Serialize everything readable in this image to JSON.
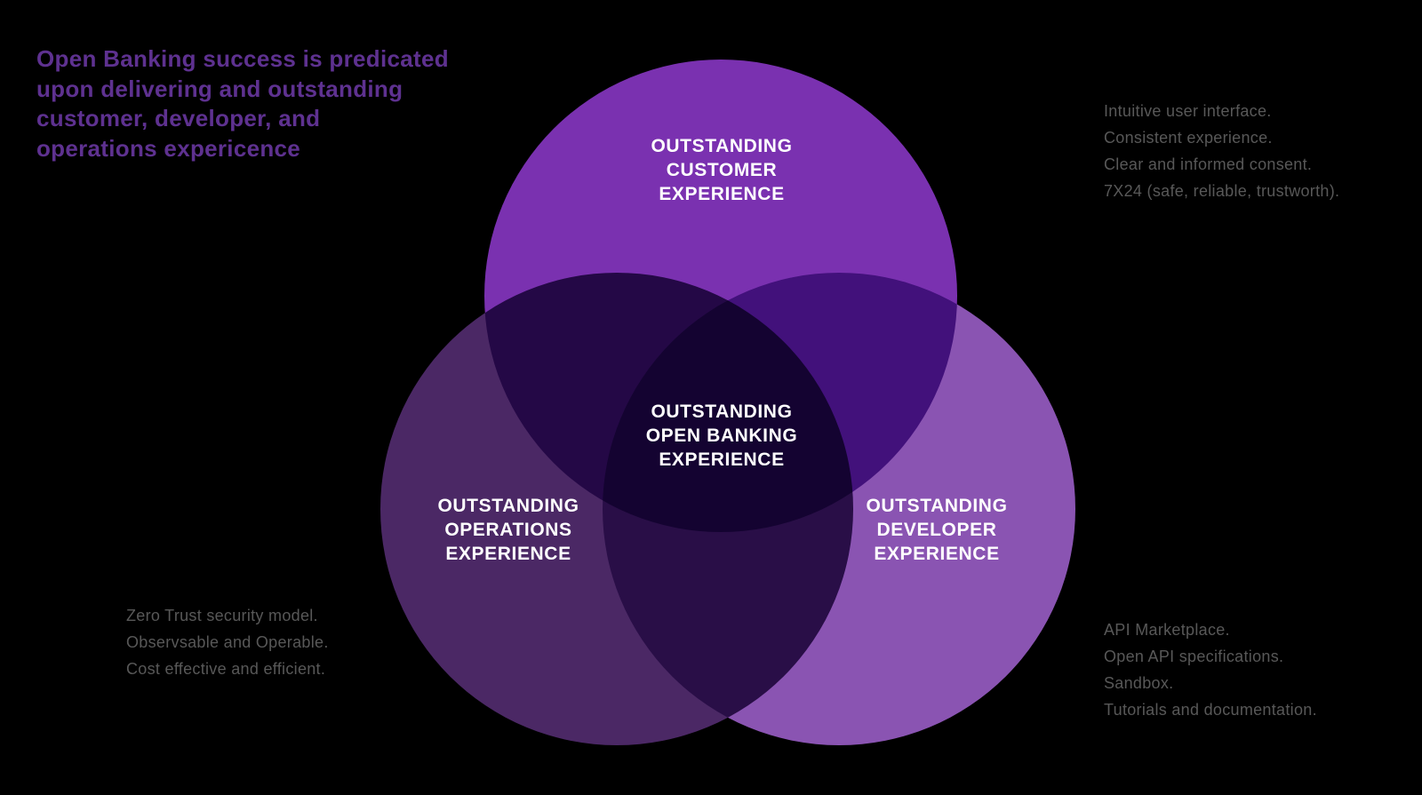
{
  "background_color": "#000000",
  "headline": {
    "color": "#5e3190",
    "lines": [
      "Open Banking success is predicated",
      "upon delivering and outstanding",
      "customer, developer, and",
      "operations expericence"
    ]
  },
  "venn": {
    "blend_mode": "multiply",
    "label_text_color": "#ffffff",
    "circles": {
      "customer": {
        "color": "#7a31b0",
        "label_lines": [
          "OUTSTANDING",
          "CUSTOMER",
          "EXPERIENCE"
        ]
      },
      "operations": {
        "color": "#4b2865",
        "label_lines": [
          "OUTSTANDING",
          "OPERATIONS",
          "EXPERIENCE"
        ]
      },
      "developer": {
        "color": "#8a54b2",
        "label_lines": [
          "OUTSTANDING",
          "DEVELOPER",
          "EXPERIENCE"
        ]
      }
    },
    "center_label_lines": [
      "OUTSTANDING",
      "OPEN BANKING",
      "EXPERIENCE"
    ]
  },
  "annotations": {
    "text_color": "#585858",
    "customer": [
      "Intuitive user interface.",
      "Consistent experience.",
      "Clear and informed consent.",
      "7X24 (safe, reliable, trustworth)."
    ],
    "operations": [
      "Zero Trust security model.",
      "Observsable and Operable.",
      "Cost effective and efficient."
    ],
    "developer": [
      "API Marketplace.",
      "Open API specifications.",
      "Sandbox.",
      "Tutorials and documentation."
    ]
  }
}
